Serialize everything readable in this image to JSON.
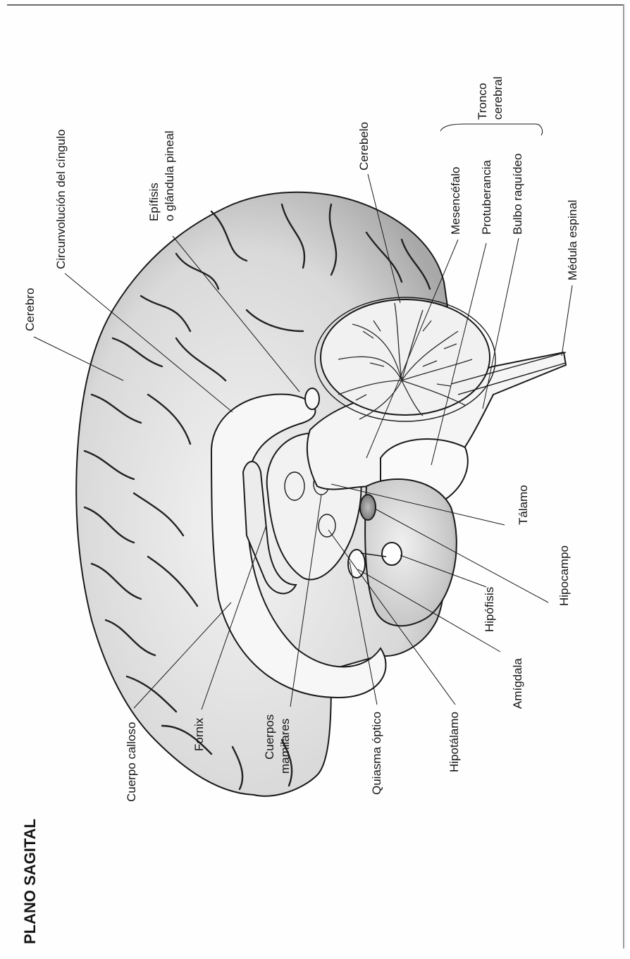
{
  "title": "PLANO SAGITAL",
  "bracket_label": {
    "line1": "Tronco",
    "line2": "cerebral"
  },
  "labels": {
    "cerebro": "Cerebro",
    "circunvolucion": "Circunvolución del cíngulo",
    "epifisis_1": "Epífisis",
    "epifisis_2": "o glándula pineal",
    "cerebelo": "Cerebelo",
    "mesencefalo": "Mesencéfalo",
    "protuberancia": "Protuberancia",
    "bulbo": "Bulbo raquídeo",
    "medula": "Médula espinal",
    "talamo": "Tálamo",
    "hipocampo": "Hipocampo",
    "hipofisis": "Hipófisis",
    "amigdala": "Amígdala",
    "hipotalamo": "Hipotálamo",
    "quiasma": "Quiasma óptico",
    "cuerpos_1": "Cuerpos",
    "cuerpos_2": "mamilares",
    "fornix": "Fornix",
    "cuerpo_calloso": "Cuerpo calloso"
  }
}
